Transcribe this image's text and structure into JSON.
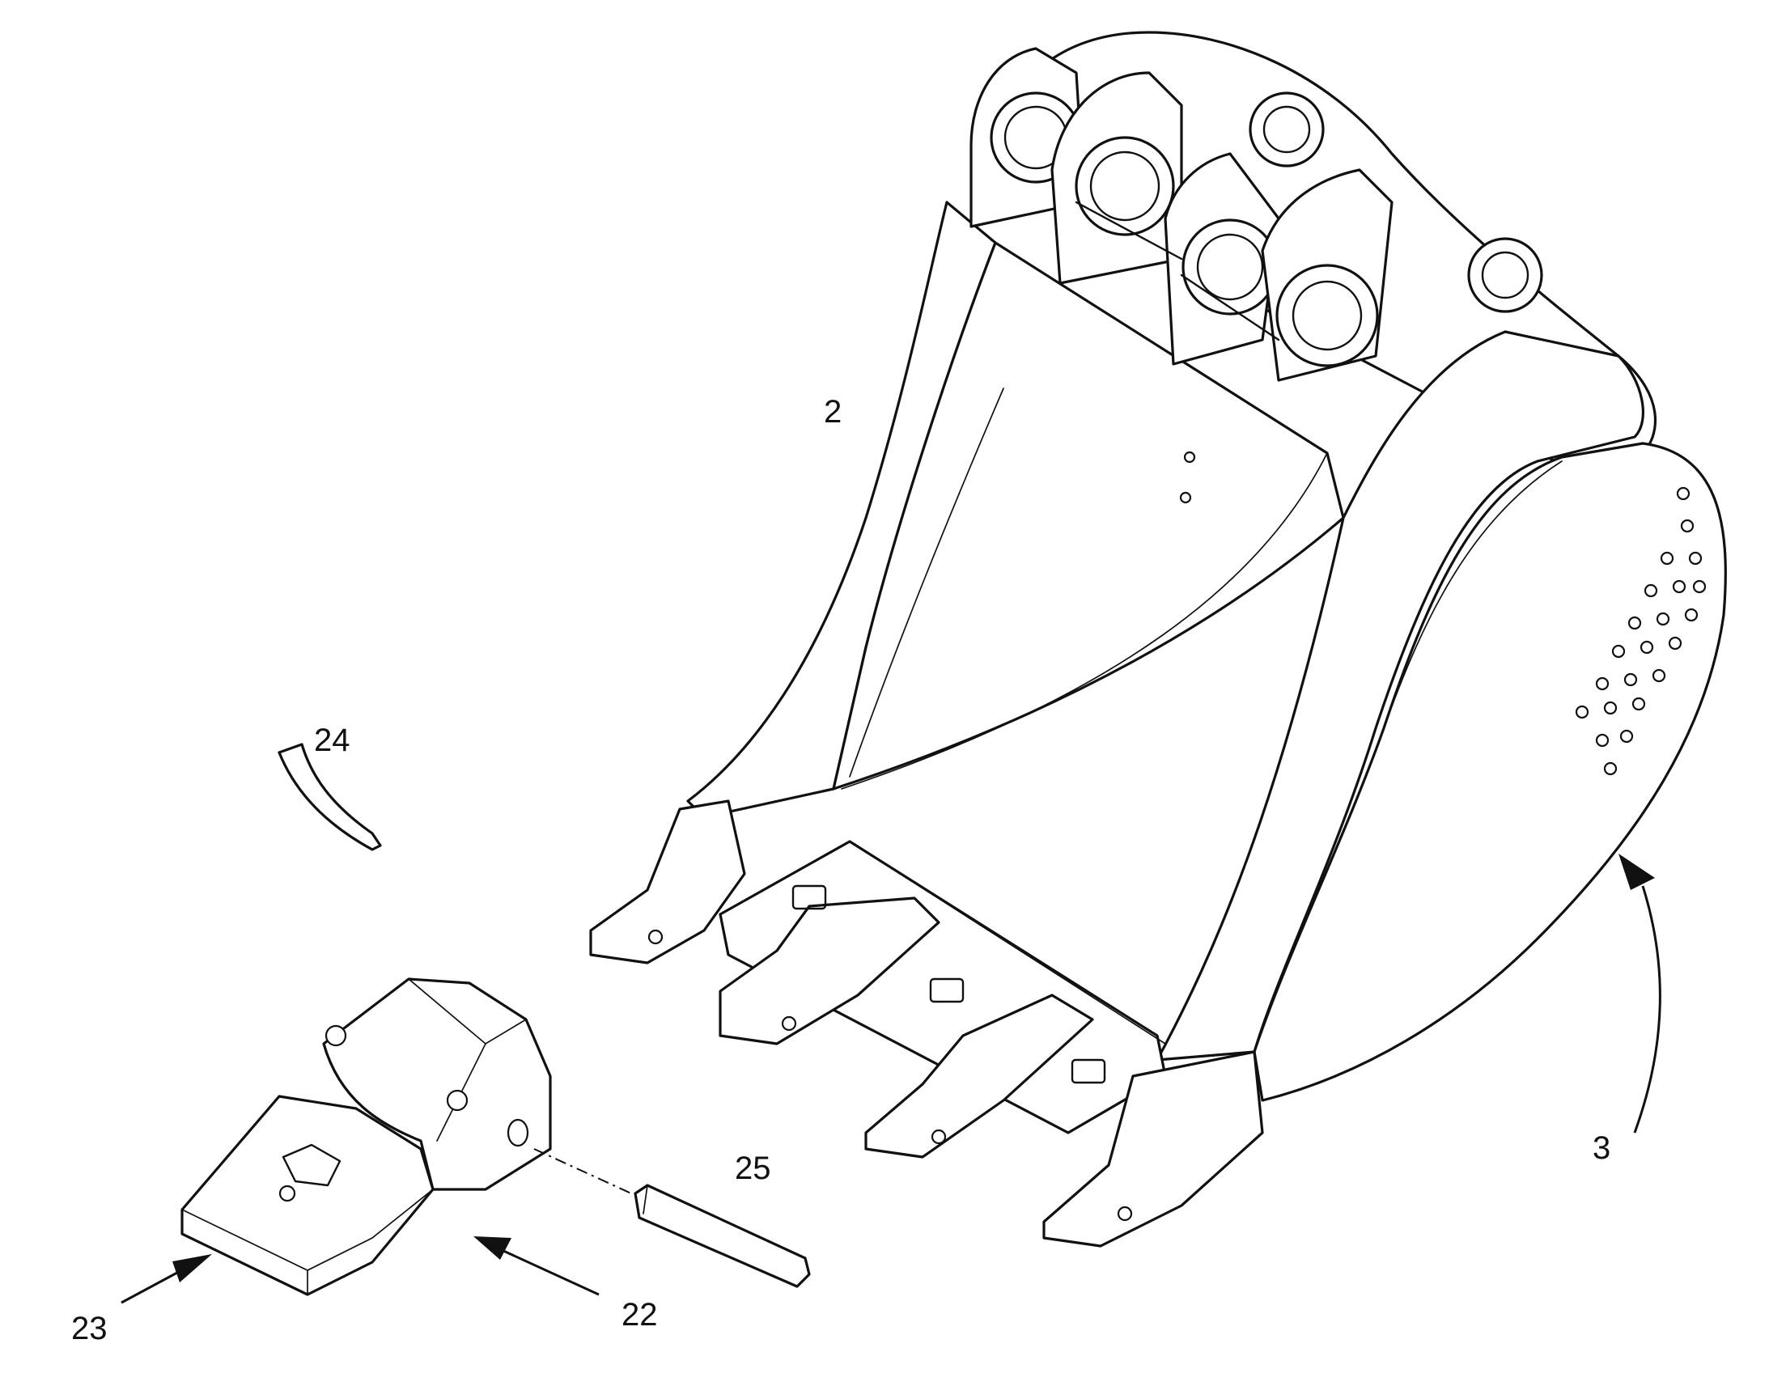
{
  "labels": {
    "bucket": "2",
    "side_shroud": "3",
    "tooth_adapter": "22",
    "tooth_tip": "23",
    "retainer": "24",
    "pin": "25"
  },
  "colors": {
    "line": "#111111",
    "background": "#ffffff"
  }
}
